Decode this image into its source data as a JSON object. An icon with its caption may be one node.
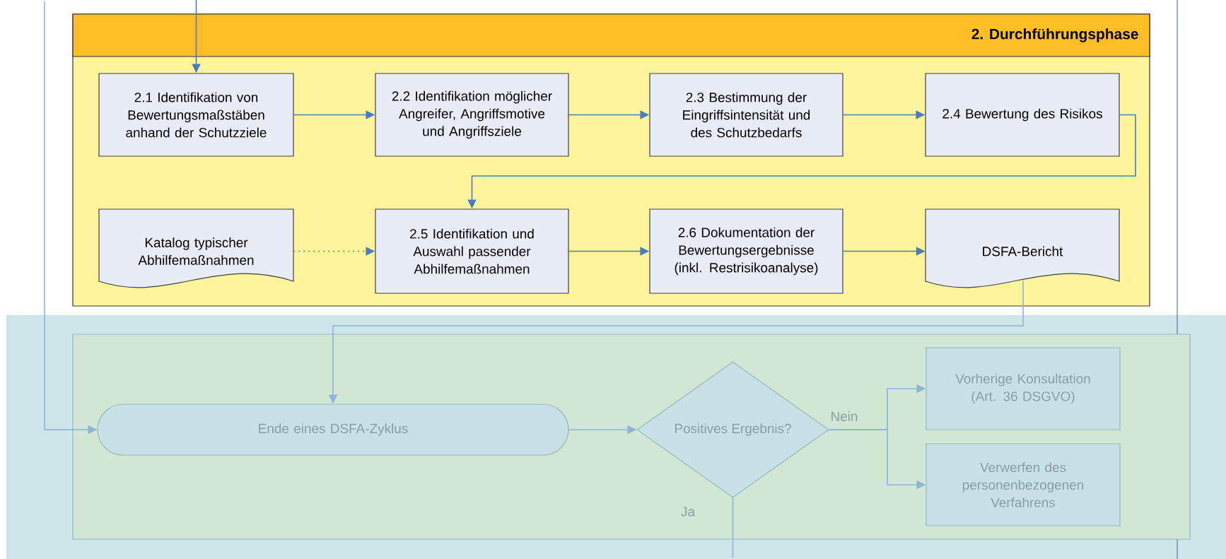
{
  "diagram": {
    "nodes": [
      {
        "text": [
          "2. Durchführungsphase"
        ]
      },
      {
        "text": [
          "2.1 Identifikation von Bewertungsmaßstäben anhand der Schutzziele"
        ],
        "in": 0
      },
      {
        "text": [
          "2.2 Identifikation möglicher Angreifer, Angriffsmotive und Angriffsziele"
        ],
        "in": 0
      },
      {
        "text": [
          "2.3 Bestimmung der Eingriffsintensität und des Schutzbedarfs"
        ],
        "in": 0
      },
      {
        "text": [
          "2.4 Bewertung des Risikos"
        ],
        "in": 0
      },
      {
        "text": [
          "Katalog typischer Abhilfemaßnahmen"
        ],
        "in": 0
      },
      {
        "text": [
          "2.5 Identifikation und Auswahl passender Abhilfemaßnahmen"
        ],
        "in": 0
      },
      {
        "text": [
          "2.6 Dokumentation der Bewertungsergebnisse (inkl. Restrisikoanalyse)"
        ],
        "in": 0
      },
      {
        "text": [
          "DSFA-Bericht"
        ],
        "in": 0
      },
      {
        "text": [],
        "shape": "box"
      },
      {
        "text": [
          "Ende eines DSFA-Zyklus"
        ],
        "in": 9
      },
      {
        "text": [
          "Positives Ergebnis?"
        ],
        "in": 9
      },
      {
        "text": [
          "Vorherige Konsultation (Art. 36 DSGVO)"
        ],
        "in": 9
      },
      {
        "text": [
          "Verwerfen des personenbezogenen Verfahrens"
        ],
        "in": 9
      }
    ],
    "edges": [
      {
        "from": null,
        "to": 1,
        "arrow": "to"
      },
      {
        "from": 1,
        "to": 2,
        "arrow": "to"
      },
      {
        "from": 2,
        "to": 3,
        "arrow": "to"
      },
      {
        "from": 3,
        "to": 4,
        "arrow": "to"
      },
      {
        "from": 4,
        "to": 6,
        "arrow": "to"
      },
      {
        "from": 5,
        "to": 6,
        "arrow": "to",
        "style": "dashed"
      },
      {
        "from": 6,
        "to": 7,
        "arrow": "to"
      },
      {
        "from": 7,
        "to": 8,
        "arrow": "to"
      },
      {
        "from": 8,
        "to": 10,
        "arrow": "to",
        "color": "#8fb3dc"
      },
      {
        "from": null,
        "to": 10,
        "arrow": "to",
        "color": "#8fb3dc"
      },
      {
        "from": 10,
        "to": 11,
        "arrow": "to",
        "color": "#8fb3dc"
      },
      {
        "from": 11,
        "to": 12,
        "arrow": "to",
        "label": "Nein",
        "color": "#8fb3dc"
      },
      {
        "from": 11,
        "to": 13,
        "arrow": "to",
        "color": "#8fb3dc"
      },
      {
        "from": 11,
        "to": null,
        "arrow": "none",
        "label": "Ja",
        "color": "#8fb3dc"
      }
    ]
  }
}
